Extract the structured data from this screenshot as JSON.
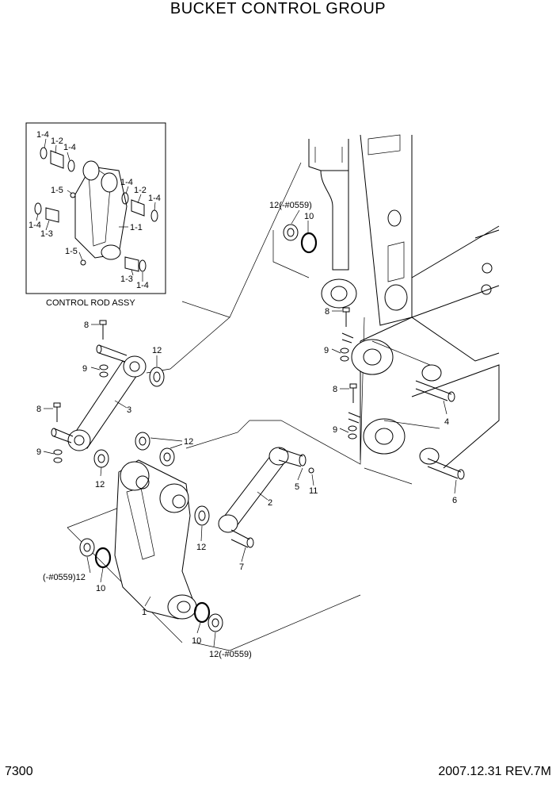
{
  "title": "BUCKET CONTROL GROUP",
  "page_number": "7300",
  "revision": "2007.12.31 REV.7M",
  "inset": {
    "caption": "CONTROL ROD ASSY",
    "labels": [
      "1-4",
      "1-2",
      "1-4",
      "1-5",
      "1-4",
      "1-2",
      "1-4",
      "1-4",
      "1-3",
      "1-1",
      "1-5",
      "1-3",
      "1-4"
    ]
  },
  "callouts": {
    "c12_top": "12(-#0559)",
    "c10_top": "10",
    "c8_a": "8",
    "c9_a": "9",
    "c8_b": "8",
    "c4": "4",
    "c9_b": "9",
    "c6": "6",
    "c8_c": "8",
    "c12_c": "12",
    "c9_c": "9",
    "c3": "3",
    "c8_d": "8",
    "c9_d": "9",
    "c12_d": "12",
    "c12_e": "12",
    "c5": "5",
    "c11": "11",
    "c2": "2",
    "c12_f": "12",
    "c7": "7",
    "c12_g": "(-#0559)12",
    "c10_g": "10",
    "c1": "1",
    "c10_h": "10",
    "c12_h": "12(-#0559)"
  }
}
